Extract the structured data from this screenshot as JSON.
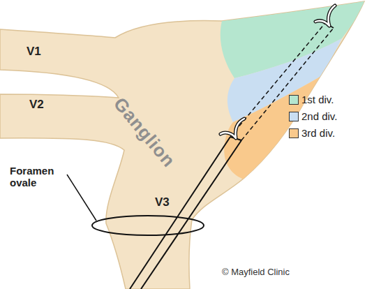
{
  "diagram": {
    "labels": [
      "V1",
      "V2",
      "Ganglion",
      "Foramen ovale",
      "V3",
      "© Mayfield Clinic"
    ],
    "legend": [
      {
        "text": "1st div.",
        "color": "#b5e6cf"
      },
      {
        "text": "2nd div.",
        "color": "#c9def2"
      },
      {
        "text": "3rd div.",
        "color": "#f9c98c"
      }
    ]
  }
}
